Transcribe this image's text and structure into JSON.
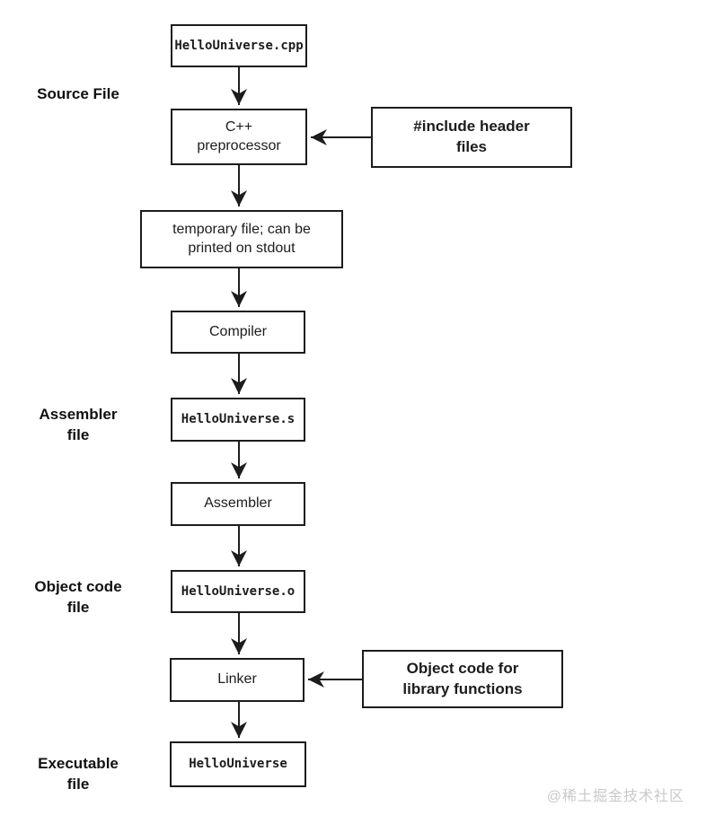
{
  "diagram_title": "C++ compilation pipeline flowchart",
  "boxes": {
    "cpp": "HelloUniverse.cpp",
    "preprocessor": "C++\npreprocessor",
    "temp_file": "temporary file; can be\nprinted on stdout",
    "compiler": "Compiler",
    "asm_file": "HelloUniverse.s",
    "assembler": "Assembler",
    "obj_file": "HelloUniverse.o",
    "linker": "Linker",
    "executable": "HelloUniverse"
  },
  "side_boxes": {
    "include_headers": "#include header\nfiles",
    "library_objects": "Object code for\nlibrary functions"
  },
  "labels": {
    "source": "Source File",
    "assembler": "Assembler\nfile",
    "object_code": "Object code\nfile",
    "executable": "Executable\nfile"
  },
  "watermark": "@稀土掘金技术社区",
  "colors": {
    "line": "#1c1c1c",
    "background": "#ffffff",
    "watermark": "#c9c9c9"
  }
}
